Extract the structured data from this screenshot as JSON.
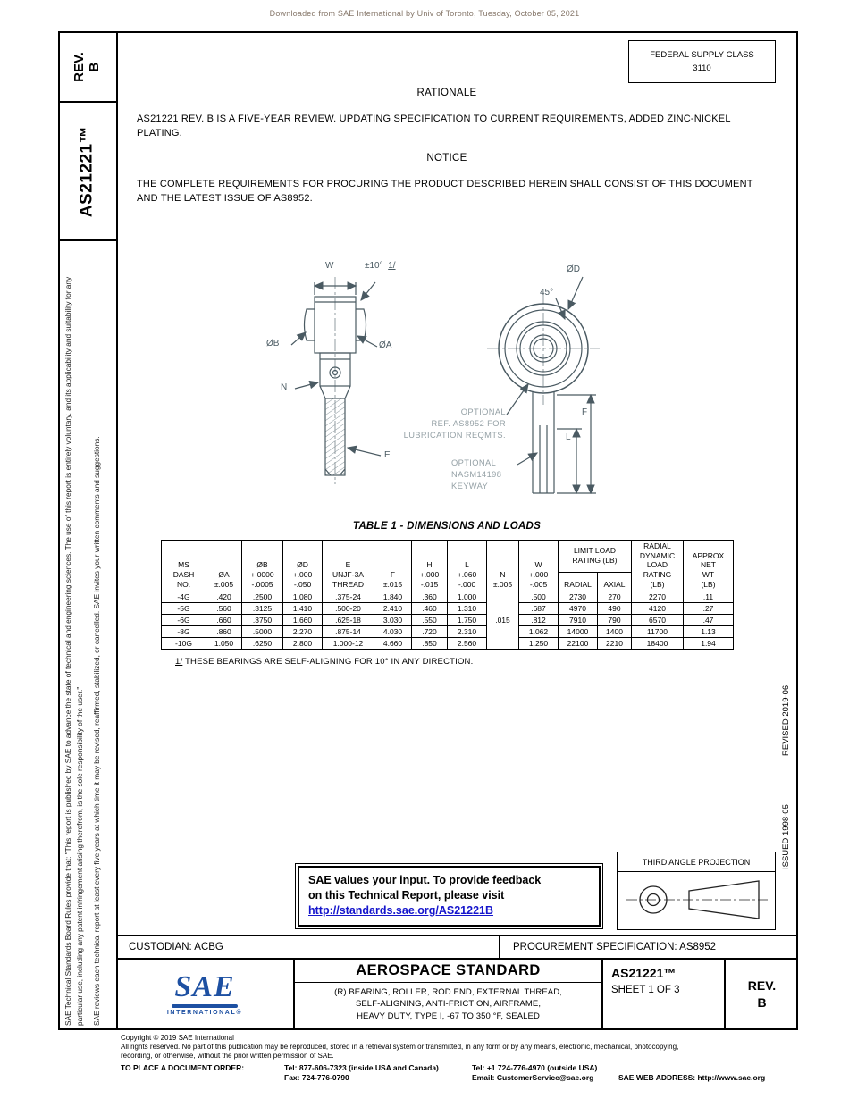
{
  "page": {
    "top_note": "Downloaded from SAE International by Univ of Toronto, Tuesday, October 05, 2021"
  },
  "sidebar": {
    "rev_label": "REV.\nB",
    "doc_number": "AS21221™",
    "disclaimer_1": "SAE Technical Standards Board Rules provide that: \"This report is published by SAE to advance the state of technical and engineering sciences. The use of this report is entirely voluntary, and its applicability and suitability for any particular use, including any patent infringement arising therefrom, is the sole responsibility of the user.\"",
    "disclaimer_2": "SAE reviews each technical report at least every five years at which time it may be revised, reaffirmed, stabilized, or cancelled. SAE invites your written comments and suggestions."
  },
  "margins": {
    "revised": "REVISED 2019-06",
    "issued": "ISSUED 1998-05"
  },
  "header": {
    "fsc_label": "FEDERAL SUPPLY CLASS",
    "fsc_value": "3110",
    "rationale_title": "RATIONALE",
    "rationale_text": "AS21221 REV. B IS A FIVE-YEAR REVIEW. UPDATING SPECIFICATION TO CURRENT REQUIREMENTS, ADDED ZINC-NICKEL PLATING.",
    "notice_title": "NOTICE",
    "notice_text": "THE COMPLETE REQUIREMENTS FOR PROCURING THE PRODUCT DESCRIBED HEREIN SHALL CONSIST OF THIS DOCUMENT AND THE LATEST ISSUE OF AS8952."
  },
  "drawing": {
    "dim_w": "W",
    "angle_note": "±10°",
    "footnote_ref": "1/",
    "dia_b": "ØB",
    "dia_a": "ØA",
    "dim_n": "N",
    "dim_e": "E",
    "dia_d": "ØD",
    "chamfer": "45°",
    "dim_f": "F",
    "dim_l": "L",
    "note_lubrication": "OPTIONAL\nREF. AS8952 FOR\nLUBRICATION REQMTS.",
    "note_keyway": "OPTIONAL\nNASM14198\nKEYWAY"
  },
  "table": {
    "title": "TABLE 1 - DIMENSIONS AND LOADS",
    "headers": {
      "ms_dash": "MS\nDASH\nNO.",
      "dia_a": "ØA\n±.005",
      "dia_b": "ØB\n+.0000\n-.0005",
      "dia_d": "ØD\n+.000\n-.050",
      "e_thread": "E\nUNJF-3A\nTHREAD",
      "f": "F\n±.015",
      "h": "H\n+.000\n-.015",
      "l": "L\n+.060\n-.000",
      "n": "N\n±.005",
      "w": "W\n+.000\n-.005",
      "limit_load": "LIMIT LOAD\nRATING (LB)",
      "radial": "RADIAL",
      "axial": "AXIAL",
      "dynamic": "RADIAL\nDYNAMIC\nLOAD\nRATING\n(LB)",
      "weight": "APPROX\nNET\nWT\n(LB)"
    },
    "n_value": ".015",
    "rows": [
      {
        "ms": "-4G",
        "a": ".420",
        "b": ".2500",
        "d": "1.080",
        "e": ".375-24",
        "f": "1.840",
        "h": ".360",
        "l": "1.000",
        "w": ".500",
        "radial": "2730",
        "axial": "270",
        "dynamic": "2270",
        "wt": ".11"
      },
      {
        "ms": "-5G",
        "a": ".560",
        "b": ".3125",
        "d": "1.410",
        "e": ".500-20",
        "f": "2.410",
        "h": ".460",
        "l": "1.310",
        "w": ".687",
        "radial": "4970",
        "axial": "490",
        "dynamic": "4120",
        "wt": ".27"
      },
      {
        "ms": "-6G",
        "a": ".660",
        "b": ".3750",
        "d": "1.660",
        "e": ".625-18",
        "f": "3.030",
        "h": ".550",
        "l": "1.750",
        "w": ".812",
        "radial": "7910",
        "axial": "790",
        "dynamic": "6570",
        "wt": ".47"
      },
      {
        "ms": "-8G",
        "a": ".860",
        "b": ".5000",
        "d": "2.270",
        "e": ".875-14",
        "f": "4.030",
        "h": ".720",
        "l": "2.310",
        "w": "1.062",
        "radial": "14000",
        "axial": "1400",
        "dynamic": "11700",
        "wt": "1.13"
      },
      {
        "ms": "-10G",
        "a": "1.050",
        "b": ".6250",
        "d": "2.800",
        "e": "1.000-12",
        "f": "4.660",
        "h": ".850",
        "l": "2.560",
        "w": "1.250",
        "radial": "22100",
        "axial": "2210",
        "dynamic": "18400",
        "wt": "1.94"
      }
    ]
  },
  "footnote": {
    "ref": "1/",
    "text": "THESE BEARINGS ARE SELF-ALIGNING FOR 10° IN ANY DIRECTION."
  },
  "feedback": {
    "line1": "SAE values your input. To provide feedback",
    "line2": "on this Technical Report, please visit",
    "link": "http://standards.sae.org/AS21221B"
  },
  "projection": {
    "label": "THIRD ANGLE PROJECTION"
  },
  "footer_bar": {
    "custodian": "CUSTODIAN: ACBG",
    "procurement": "PROCUREMENT SPECIFICATION: AS8952"
  },
  "title_block": {
    "logo_text": "SAE",
    "logo_sub": "INTERNATIONAL®",
    "doc_type": "AEROSPACE STANDARD",
    "description": "(R) BEARING, ROLLER, ROD END, EXTERNAL THREAD,\nSELF-ALIGNING, ANTI-FRICTION, AIRFRAME,\nHEAVY DUTY, TYPE I, -67 TO 350 °F, SEALED",
    "doc_number": "AS21221™",
    "sheet": "SHEET 1 OF 3",
    "rev_label": "REV.",
    "rev_value": "B"
  },
  "copyright": {
    "line1": "Copyright © 2019 SAE International",
    "line2": "All rights reserved. No part of this publication may be reproduced, stored in a retrieval system or transmitted, in any form or by any means, electronic, mechanical, photocopying,\nrecording, or otherwise, without the prior written permission of SAE.",
    "order_label": "TO PLACE A DOCUMENT ORDER:",
    "tel1": "Tel: 877-606-7323 (inside USA and Canada)",
    "tel2": "Tel: +1 724-776-4970 (outside USA)",
    "fax": "Fax: 724-776-0790",
    "email": "Email: CustomerService@sae.org",
    "web": "SAE WEB ADDRESS: http://www.sae.org"
  },
  "colors": {
    "sae_blue": "#1d50a2",
    "link_blue": "#1515cc",
    "drawing_gray": "#4a5a62"
  }
}
